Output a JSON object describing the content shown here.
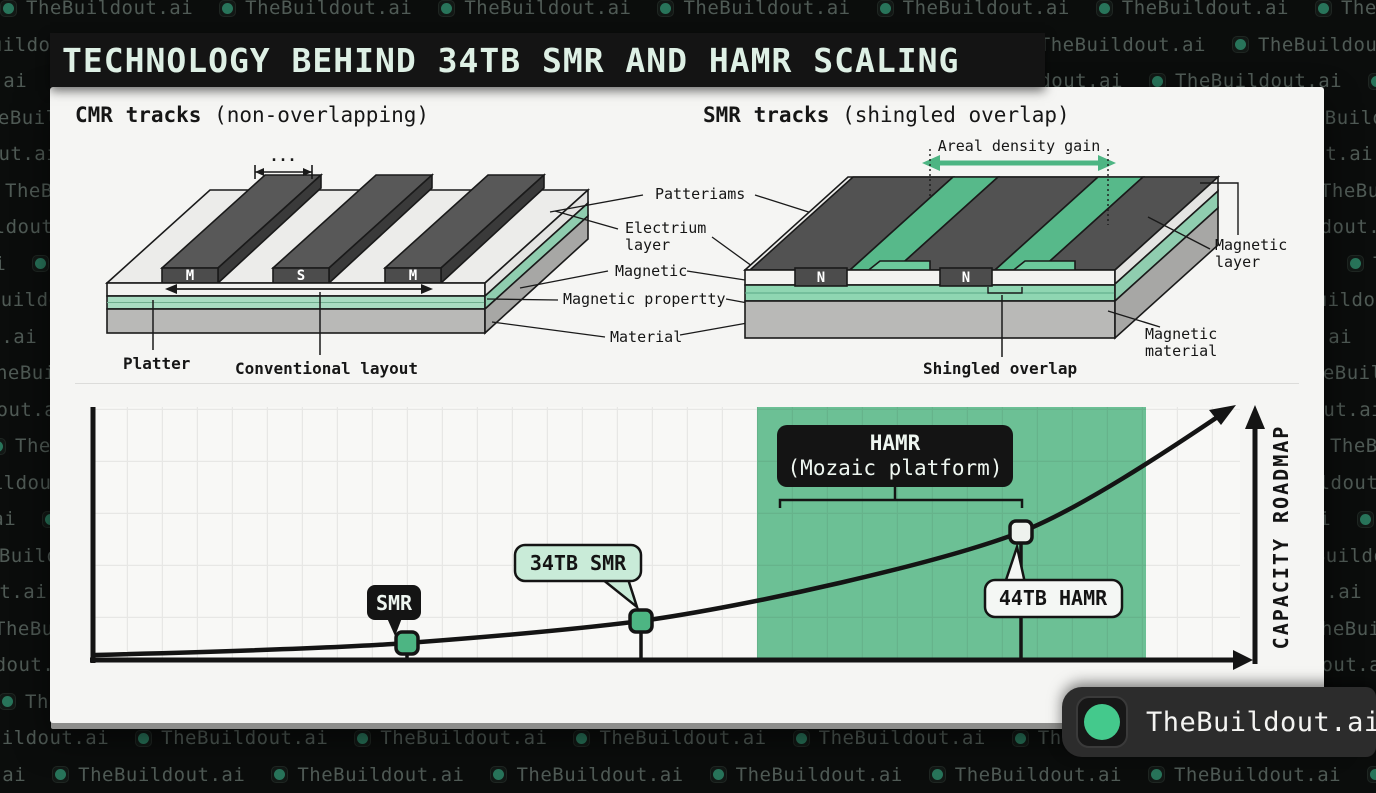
{
  "title": "TECHNOLOGY BEHIND 34TB SMR AND HAMR SCALING",
  "watermark": {
    "brand": "TheBuildout.ai"
  },
  "logo": {
    "brand": "TheBuildout.ai"
  },
  "cmr": {
    "heading": "CMR tracks",
    "heading_note": "(non-overlapping)",
    "track_labels": [
      "M",
      "S",
      "M"
    ],
    "dim_label": "...",
    "platter_label": "Platter",
    "layout_label": "Conventional layout"
  },
  "smr": {
    "heading": "SMR tracks",
    "heading_note": "(shingled overlap)",
    "areal_label": "Areal density gain",
    "track_labels": [
      "N",
      "N"
    ],
    "overlap_label": "Shingled overlap",
    "magnetic_layer": [
      "Magnetic",
      "layer"
    ],
    "magnetic_material": [
      "Magnetic",
      "material"
    ]
  },
  "legend": {
    "patteriams": "Patteriams",
    "electrium": [
      "Electrium",
      "layer"
    ],
    "magnetic": "Magnetic",
    "magnetic_property": "Magnetic propertty",
    "material": "Material"
  },
  "chart_data": {
    "type": "line",
    "title": "CAPACITY ROADMAP",
    "ylabel": "CAPACITY ROADMAP",
    "xlabel": "",
    "grid": true,
    "legend_position": "none",
    "highlight_region": {
      "label": "HAMR (Mozaic platform)",
      "color": "#6cc095",
      "x_span_frac": [
        0.58,
        0.92
      ]
    },
    "hamr_box": [
      "HAMR",
      "(Mozaic platform)"
    ],
    "milestones": [
      {
        "label": "SMR",
        "style": "dark-bubble",
        "capacity_tb": null,
        "x_frac": 0.27,
        "y_frac": 0.07
      },
      {
        "label": "34TB SMR",
        "style": "green-bubble",
        "capacity_tb": 34,
        "x_frac": 0.48,
        "y_frac": 0.16
      },
      {
        "label": "44TB HAMR",
        "style": "light-bubble",
        "capacity_tb": 44,
        "x_frac": 0.81,
        "y_frac": 0.51
      }
    ],
    "series": [
      {
        "name": "capacity-curve",
        "points_frac": [
          {
            "x": 0.0,
            "y": 0.02
          },
          {
            "x": 0.27,
            "y": 0.07
          },
          {
            "x": 0.48,
            "y": 0.16
          },
          {
            "x": 0.81,
            "y": 0.51
          },
          {
            "x": 0.99,
            "y": 0.99
          }
        ]
      }
    ]
  },
  "colors": {
    "accent_green": "#4db583",
    "region_green": "#6cc095",
    "bubble_green": "#c9ebd8",
    "layer_green": "#a9dcc2",
    "dark_box": "#141414",
    "card": "#f5f5f3"
  }
}
